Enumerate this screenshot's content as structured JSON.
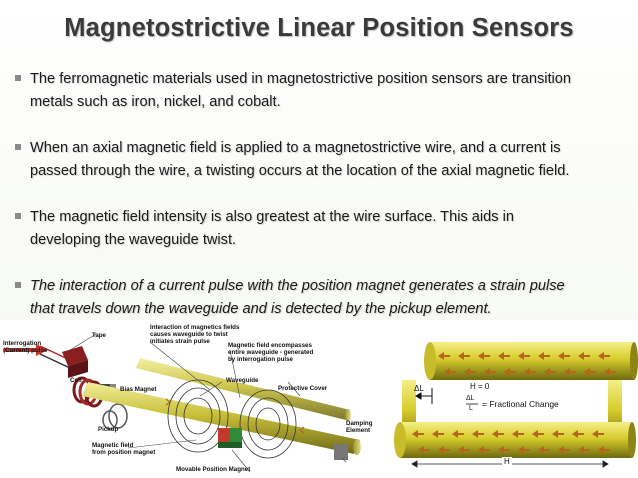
{
  "slide": {
    "title": "Magnetostrictive Linear Position Sensors",
    "bullets": [
      {
        "line1": "The ferromagnetic materials used in magnetostrictive position sensors are transition",
        "line2": "metals such as iron, nickel, and cobalt.",
        "italic": false
      },
      {
        "line1": "When an axial magnetic field is applied to a magnetostrictive wire, and a current is",
        "line2": "passed through the wire, a twisting occurs at the location of the axial magnetic field.",
        "italic": false
      },
      {
        "line1": "The magnetic field intensity is also greatest at the wire surface. This aids in",
        "line2": "developing the waveguide twist.",
        "italic": false
      },
      {
        "line1": "The interaction of a current pulse with the position magnet generates a strain pulse",
        "line2": "that travels down the waveguide and is detected by the pickup element.",
        "italic": true
      }
    ]
  },
  "diagram_left": {
    "labels": {
      "interrogation": "Interrogation\n(Current) pulse",
      "tape": "Tape",
      "interaction": "Interaction of magnetics fields\ncauses waveguide to twist\ninitiates strain pulse",
      "encompasses": "Magnetic field encompasses\nentire waveguide - generated\nby interrogation pulse",
      "coil": "Coil",
      "bias_magnet": "Bias Magnet",
      "waveguide": "Waveguide",
      "protective_cover": "Protective Cover",
      "pickup": "Pickup",
      "damping": "Damping\nElement",
      "position_field": "Magnetic field\nfrom position magnet",
      "movable_magnet": "Movable Position Magnet"
    }
  },
  "diagram_right": {
    "labels": {
      "h_zero": "H = 0",
      "delta_l": "ΔL",
      "fraction_num": "ΔL",
      "fraction_den": "L",
      "fractional_change": "= Fractional Change",
      "h": "H"
    }
  },
  "colors": {
    "title": "#3a3a3a",
    "rod": "#c9c03a",
    "magnet_red": "#c0392b",
    "magnet_green": "#2e8b3a",
    "arrow": "#b5651d"
  }
}
